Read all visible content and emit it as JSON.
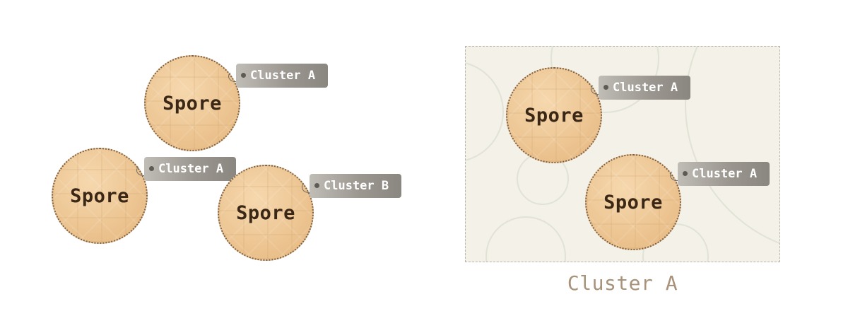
{
  "spores": [
    {
      "label": "Spore",
      "tag": "Cluster A"
    },
    {
      "label": "Spore",
      "tag": "Cluster A"
    },
    {
      "label": "Spore",
      "tag": "Cluster B"
    },
    {
      "label": "Spore",
      "tag": "Cluster A"
    },
    {
      "label": "Spore",
      "tag": "Cluster A"
    }
  ],
  "cluster": {
    "caption": "Cluster A"
  },
  "colors": {
    "spore_fill": "#ecc491",
    "spore_border": "#7a6048",
    "spore_text": "#3b2716",
    "tag_fill": "#9b9790",
    "tag_text": "#ffffff",
    "cluster_background": "#f4f1e8",
    "cluster_caption": "#a8927a"
  }
}
